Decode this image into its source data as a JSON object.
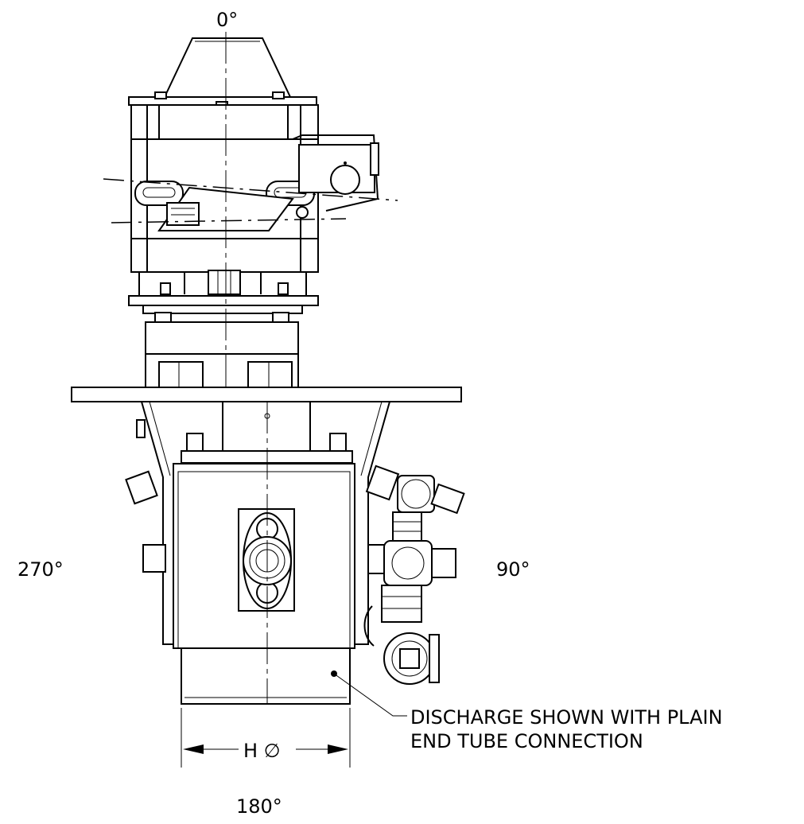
{
  "angles": {
    "top": "0°",
    "bottom": "180°",
    "left": "270°",
    "right": "90°"
  },
  "dimension": {
    "label": "H ∅"
  },
  "note": {
    "line1": "DISCHARGE SHOWN WITH PLAIN",
    "line2": "END TUBE CONNECTION"
  }
}
